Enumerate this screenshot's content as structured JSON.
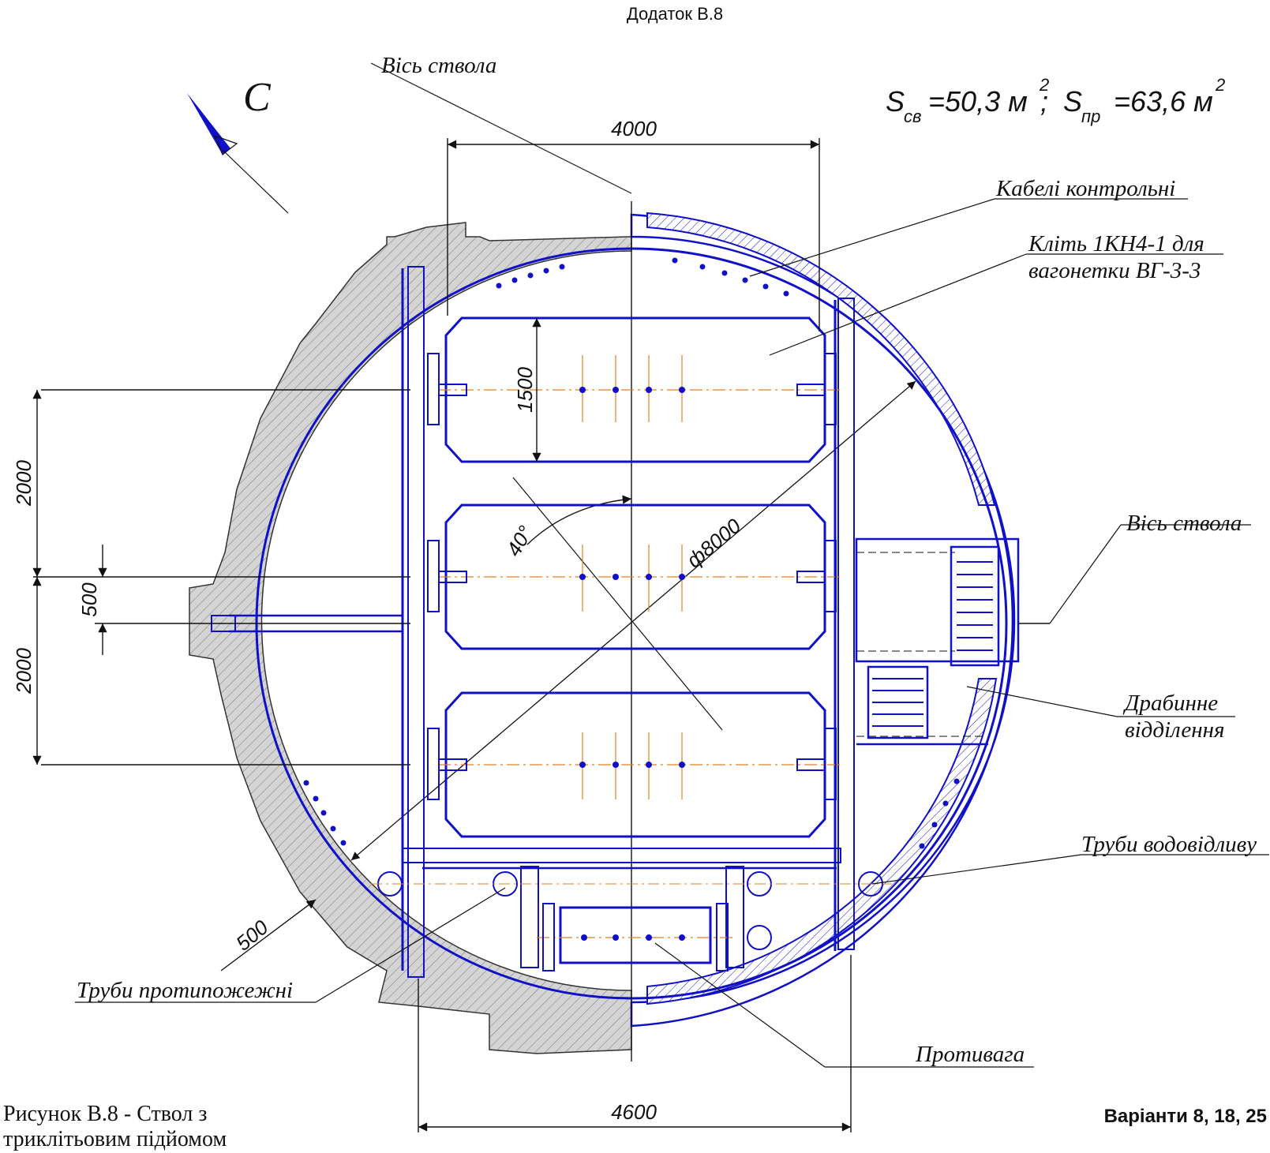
{
  "header": {
    "title": "Додаток В.8"
  },
  "formula": {
    "s_sv": "S",
    "s_sv_sub": "св",
    "s_sv_val": "=50,3 м",
    "s_sv_pow": "2",
    "sep": ";",
    "s_pr": "S",
    "s_pr_sub": "пр",
    "s_pr_val": "=63,6 м",
    "s_pr_pow": "2"
  },
  "north_label": "С",
  "labels": {
    "axis_top": "Вісь ствола",
    "axis_right": "Вісь ствола",
    "cables": "Кабелі контрольні",
    "cage_line1": "Кліть 1КН4-1  для",
    "cage_line2": "вагонетки  ВГ-3-3",
    "ladder_line1": "Драбинне",
    "ladder_line2": "відділення",
    "drain_pipes": "Труби водовідливу",
    "fire_pipes": "Труби протипожежні",
    "counterweight": "Противага"
  },
  "dimensions": {
    "top_width": "4000",
    "bottom_width": "4600",
    "cage_height": "1500",
    "diameter": "ф8000",
    "angle": "40°",
    "left_upper": "2000",
    "left_mid": "500",
    "left_lower": "2000",
    "lining": "500"
  },
  "caption": {
    "line1": "Рисунок В.8 - Ствол з",
    "line2": "триклітьовим підйомом"
  },
  "variants": "Варіанти 8, 18, 25",
  "colors": {
    "structure": "#1010c8",
    "axis": "#e08020",
    "lining_hatch": "#888888"
  }
}
